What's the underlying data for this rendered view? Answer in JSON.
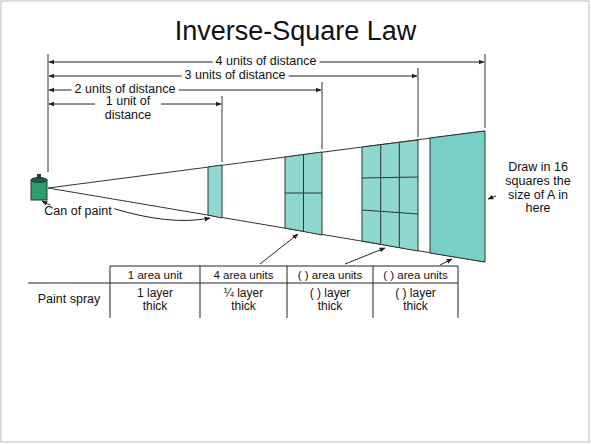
{
  "diagram": {
    "title": "Inverse-Square Law",
    "labels": [
      "4 units of distance",
      "3 units of distance",
      "2 units of distance",
      "1 unit of distance",
      "Can of paint",
      "Draw in 16 squares the size of A in here",
      "1 area unit",
      "4 area units",
      "( ) area units",
      "( ) area units",
      "Paint spray",
      "1 layer thick",
      "¼ layer thick",
      "( ) layer thick",
      "( ) layer thick"
    ]
  }
}
